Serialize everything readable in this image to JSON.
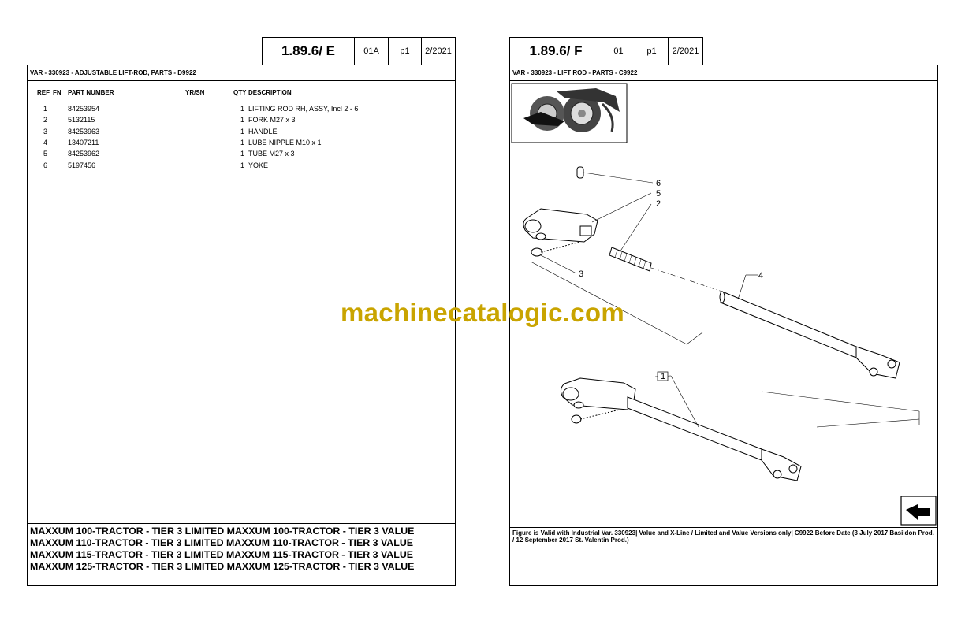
{
  "left": {
    "header": {
      "code": "1.89.6/  E",
      "rev": "01A",
      "page": "p1",
      "date": "2/2021"
    },
    "title": "VAR - 330923 - ADJUSTABLE LIFT-ROD, PARTS - D9922",
    "columns": {
      "ref": "REF",
      "fn": "FN",
      "part": "PART NUMBER",
      "yrsn": "YR/SN",
      "qty": "QTY",
      "desc": "DESCRIPTION"
    },
    "rows": [
      {
        "ref": "1",
        "part": "84253954",
        "qty": "1",
        "desc": "LIFTING ROD  RH, ASSY, Incl 2 - 6"
      },
      {
        "ref": "2",
        "part": "5132115",
        "qty": "1",
        "desc": "FORK M27 x 3"
      },
      {
        "ref": "3",
        "part": "84253963",
        "qty": "1",
        "desc": "HANDLE"
      },
      {
        "ref": "4",
        "part": "13407211",
        "qty": "1",
        "desc": "LUBE NIPPLE M10 x 1"
      },
      {
        "ref": "5",
        "part": "84253962",
        "qty": "1",
        "desc": "TUBE M27 x 3"
      },
      {
        "ref": "6",
        "part": "5197456",
        "qty": "1",
        "desc": "YOKE"
      }
    ],
    "footer": "MAXXUM 100-TRACTOR - TIER 3 LIMITED  MAXXUM 100-TRACTOR - TIER 3 VALUE  MAXXUM 110-TRACTOR - TIER 3 LIMITED  MAXXUM 110-TRACTOR - TIER 3 VALUE  MAXXUM 115-TRACTOR - TIER 3 LIMITED  MAXXUM 115-TRACTOR - TIER 3 VALUE  MAXXUM 125-TRACTOR - TIER 3 LIMITED  MAXXUM 125-TRACTOR - TIER 3 VALUE"
  },
  "right": {
    "header": {
      "code": "1.89.6/  F",
      "rev": "01",
      "page": "p1",
      "date": "2/2021"
    },
    "title": "VAR - 330923 - LIFT ROD - PARTS - C9922",
    "callouts": {
      "c1": "1",
      "c2": "2",
      "c3": "3",
      "c4": "4",
      "c5": "5",
      "c6": "6"
    },
    "footer": "Figure is Valid with Industrial Var. 330923| Value and X-Line / Limited and Value Versions only| C9922 Before Date (3 July 2017 Basildon Prod. / 12 September 2017 St. Valentin Prod.)"
  },
  "watermark": "machinecatalogic.com",
  "icons": [
    "tractor-thumbnail-icon",
    "next-page-arrow-icon"
  ]
}
